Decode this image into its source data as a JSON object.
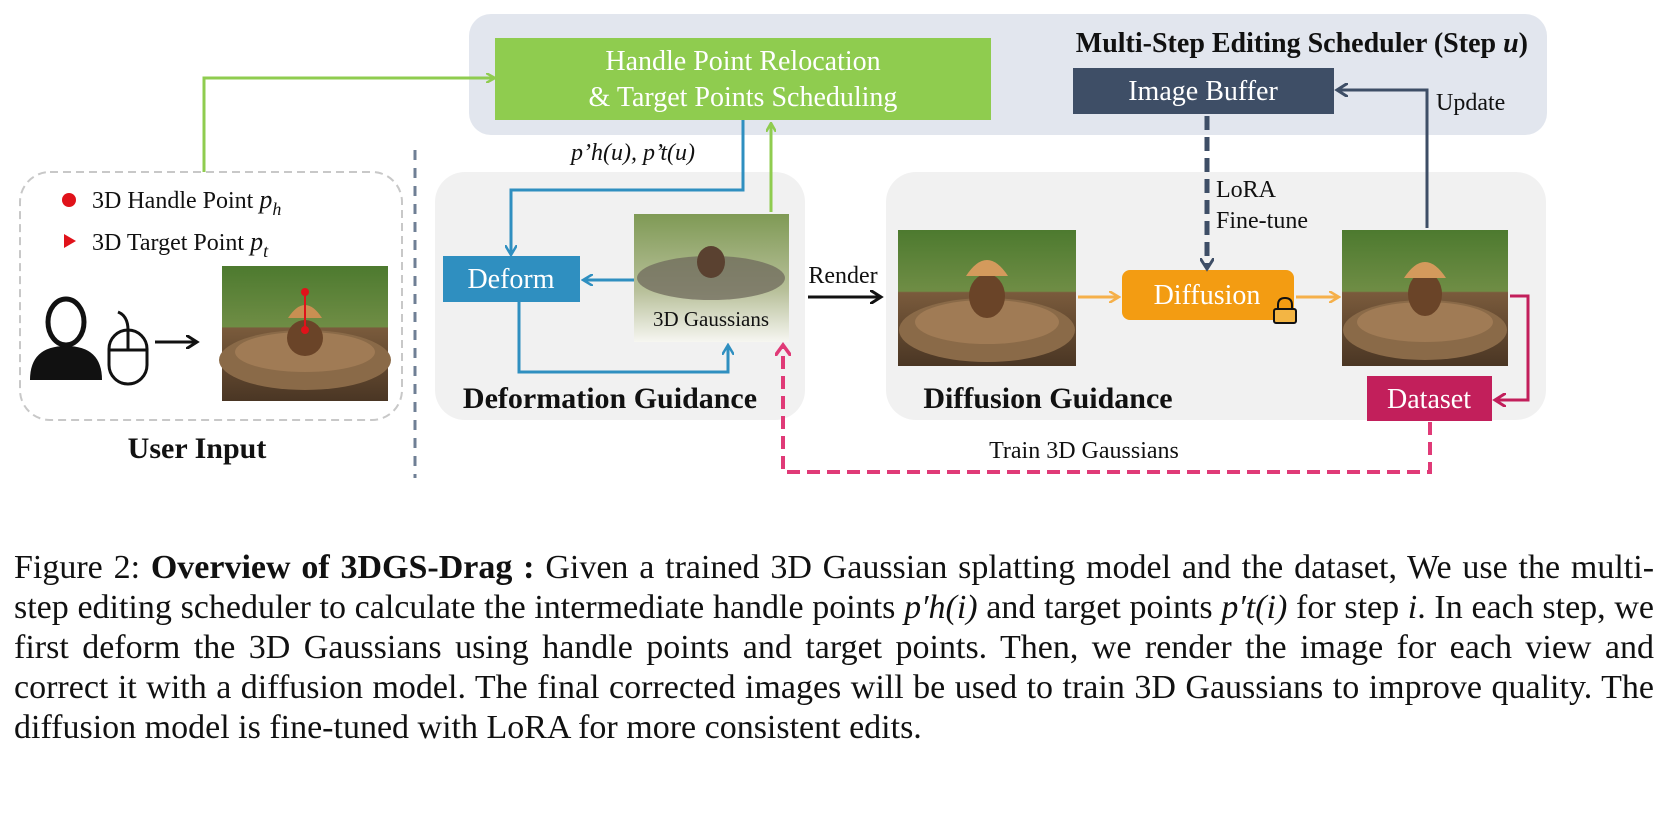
{
  "figure": {
    "scheduler": {
      "title": "Multi-Step Editing Scheduler (Step ",
      "step_var": "u",
      "close": ")",
      "relocation_line1": "Handle Point Relocation",
      "relocation_line2": "& Target Points Scheduling",
      "image_buffer": "Image Buffer",
      "update": "Update"
    },
    "user_input": {
      "handle_label": "3D Handle Point ",
      "handle_var": "p",
      "handle_sub": "h",
      "target_label": "3D Target Point ",
      "target_var": "p",
      "target_sub": "t",
      "title": "User Input"
    },
    "deformation": {
      "points_label": "p’h(u), p’t(u)",
      "deform": "Deform",
      "gaussians": "3D Gaussians",
      "title": "Deformation Guidance"
    },
    "render": "Render",
    "diffusion": {
      "lora_line1": "LoRA",
      "lora_line2": "Fine-tune",
      "diffusion": "Diffusion",
      "title": "Diffusion Guidance",
      "dataset": "Dataset"
    },
    "train": "Train 3D Gaussians",
    "colors": {
      "green": "#8fcc4f",
      "blue": "#2f8fc0",
      "slate": "#3e4e66",
      "orange": "#f39c12",
      "crimson": "#c21f5b",
      "panel": "#e2e6ee"
    }
  },
  "caption": {
    "label": "Figure 2: ",
    "title": "Overview of 3DGS-Drag :",
    "part1": " Given a trained 3D Gaussian splatting model and the dataset, We use the multi-step editing scheduler to calculate the intermediate handle points ",
    "math_ph": "p′h(i)",
    "part2": " and target points ",
    "math_pt": "p′t(i)",
    "part3": " for step ",
    "math_i": "i",
    "part4": ". In each step, we first deform the 3D Gaussians using handle points and target points. Then, we render the image for each view and correct it with a diffusion model. The final corrected images will be used to train 3D Gaussians to improve quality. The diffusion model is fine-tuned with LoRA for more consistent edits."
  }
}
